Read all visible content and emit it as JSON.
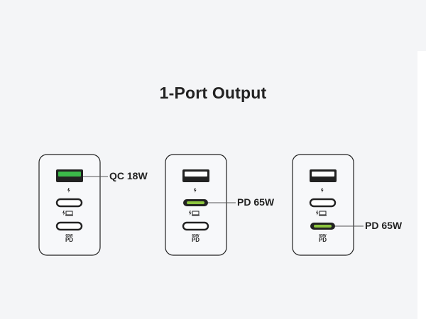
{
  "title": "1-Port Output",
  "colors": {
    "background": "#f4f5f7",
    "active_port": "#8dc63f",
    "active_usba": "#3cb94a",
    "outline": "#222222"
  },
  "chargers": [
    {
      "active_port": "usb-a",
      "callout": "QC 18W"
    },
    {
      "active_port": "usb-c1",
      "callout": "PD 65W"
    },
    {
      "active_port": "usb-c2",
      "callout": "PD 65W"
    }
  ],
  "port_badges": {
    "watt": "65W",
    "protocol": "PD"
  },
  "icons": [
    "lightning-icon",
    "laptop-charge-icon"
  ]
}
